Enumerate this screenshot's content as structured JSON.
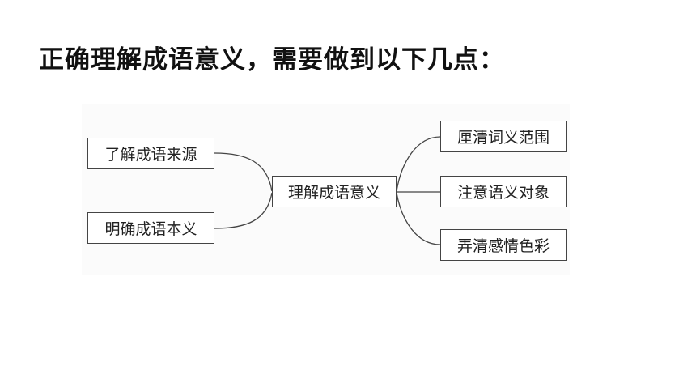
{
  "slide": {
    "title": "正确理解成语意义，需要做到以下几点："
  },
  "mindmap": {
    "center": "理解成语意义",
    "left_nodes": [
      "了解成语来源",
      "明确成语本义"
    ],
    "right_nodes": [
      "厘清词义范围",
      "注意语义对象",
      "弄清感情色彩"
    ]
  }
}
